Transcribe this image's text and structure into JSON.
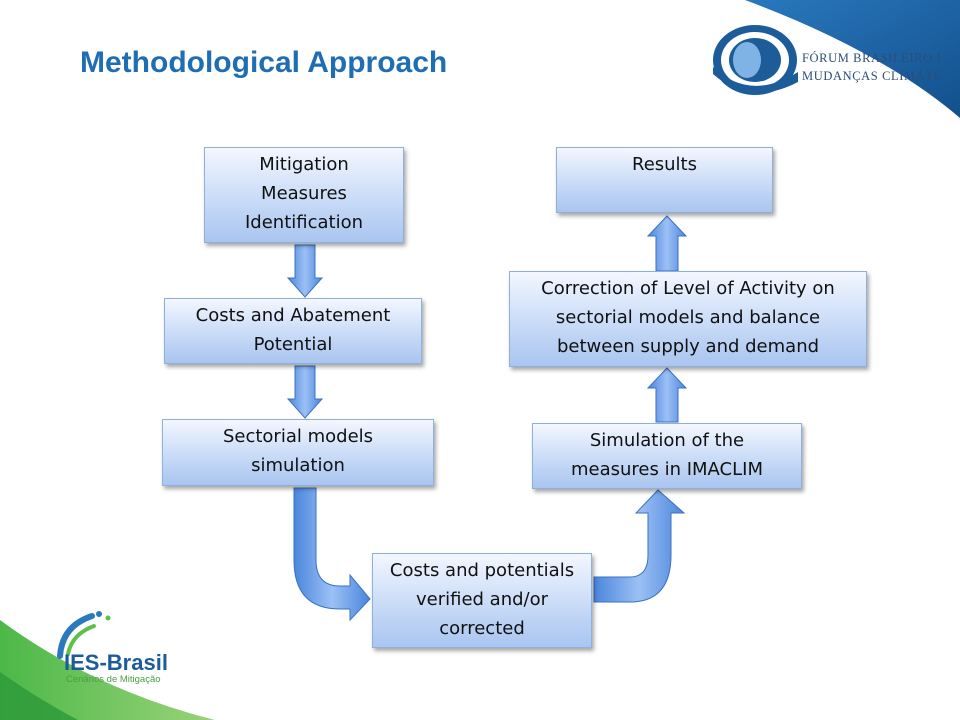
{
  "slide": {
    "title": "Methodological Approach"
  },
  "partner_logo": {
    "line1": "FÓRUM BRASILEIRO DE",
    "line2": "MUDANÇAS CLIMÁTICAS"
  },
  "project_logo": {
    "name": "IES-Brasil",
    "tagline": "Cenários de Mitigação"
  },
  "flow": {
    "mitigation": "Mitigation\nMeasures\nIdentification",
    "costs_abatement": "Costs and Abatement\nPotential",
    "sectorial_sim": "Sectorial models\nsimulation",
    "costs_verified": "Costs and potentials\nverified and/or\ncorrected",
    "imaclim_sim": "Simulation of the\nmeasures in IMACLIM",
    "correction": "Correction of Level of Activity on\nsectorial models and balance\nbetween supply and demand",
    "results": "Results"
  },
  "colors": {
    "title": "#1f6db3",
    "arrow": "#5f93e2",
    "box_border": "#8fb0da",
    "green": "#5cc04a",
    "navy": "#1c5c99"
  }
}
